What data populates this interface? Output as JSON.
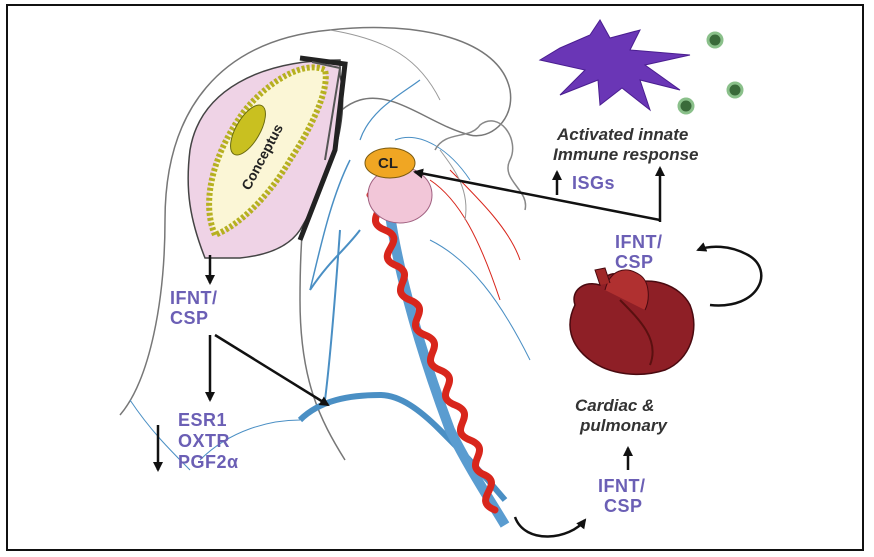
{
  "labels": {
    "conceptus": "Conceptus",
    "cl": "CL",
    "activated": "Activated innate",
    "immune": "Immune response",
    "isgs": "ISGs",
    "ifnt_csp_left_1": "IFNT/",
    "ifnt_csp_left_2": "CSP",
    "ifnt_csp_right_1": "IFNT/",
    "ifnt_csp_right_2": "CSP",
    "ifnt_csp_bottom_1": "IFNT/",
    "ifnt_csp_bottom_2": "CSP",
    "esr1": "ESR1",
    "oxtr": "OXTR",
    "pgf2a": "PGF2α",
    "cardiac": "Cardiac &",
    "pulmonary": "pulmonary"
  },
  "colors": {
    "label_purple": "#6b5fb5",
    "vessel_blue": "#4a8fc4",
    "artery_red": "#d8261c",
    "uterus_pink": "#efd3e6",
    "conceptus_yellow": "#e5e23a",
    "cl_orange": "#f0a623",
    "cell_purple": "#6a36b6"
  },
  "icons": [
    "immune-cell-icon",
    "heart-icon",
    "uterus-drawing",
    "vessel-drawing"
  ]
}
